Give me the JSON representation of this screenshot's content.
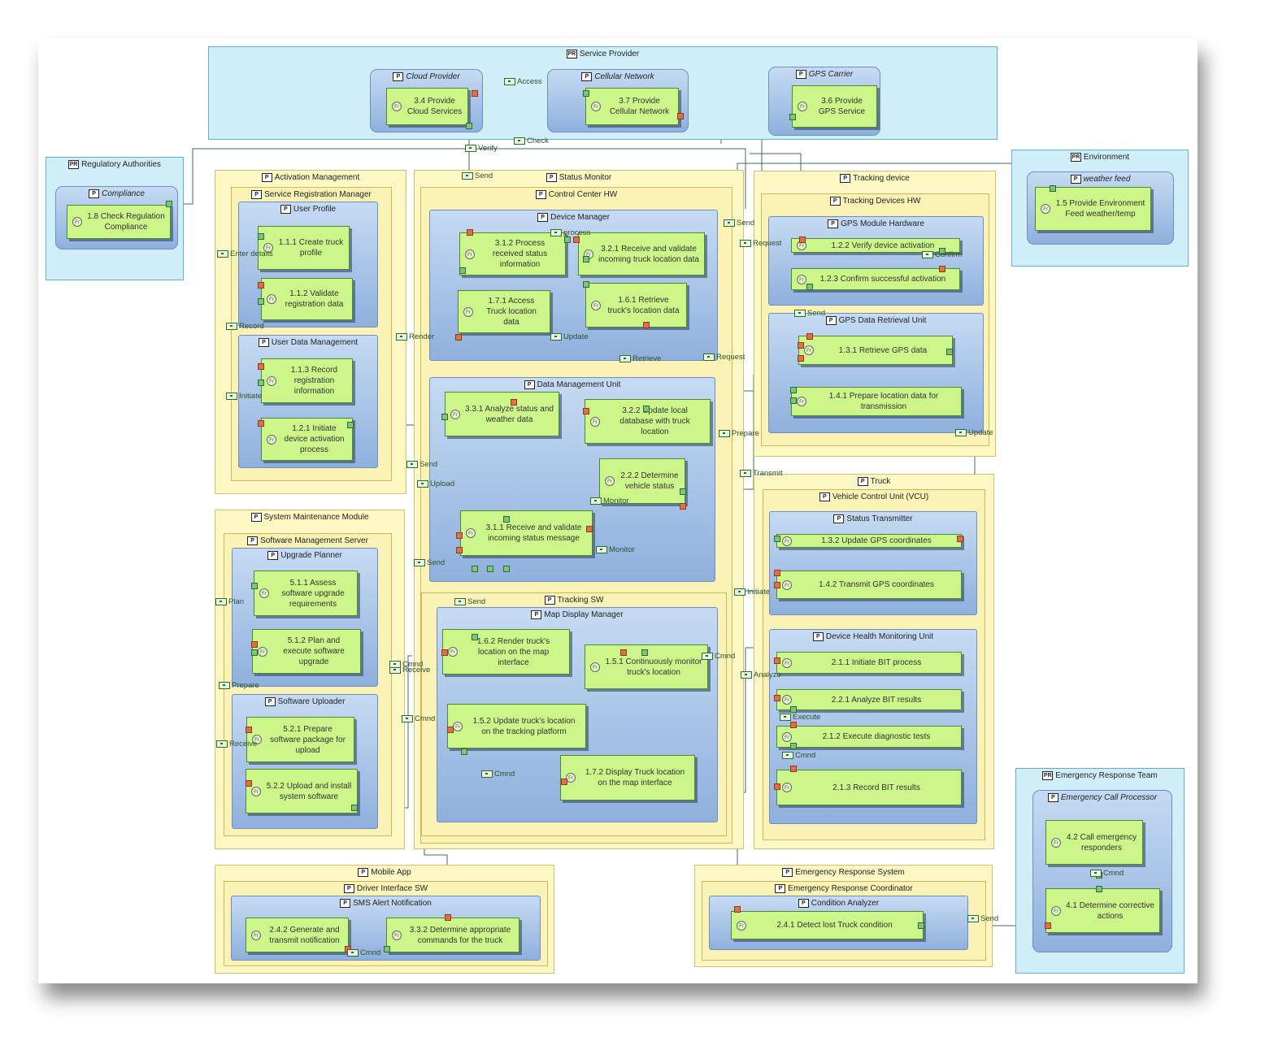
{
  "sp": {
    "title": "Service Provider",
    "cloud": "Cloud Provider",
    "cloud_fn": "3.4 Provide Cloud Services",
    "cell": "Cellular Network",
    "cell_fn": "3.7 Provide Cellular Network",
    "gpsc": "GPS Carrier",
    "gpsc_fn": "3.6 Provide GPS Service"
  },
  "reg": {
    "title": "Regulatory Authorities",
    "comp": "Compliance",
    "fn": "1.8 Check Regulation Compliance"
  },
  "env": {
    "title": "Environment",
    "feed": "weather feed",
    "fn": "1.5 Provide Environment Feed weather/temp"
  },
  "am": {
    "title": "Activation Management",
    "srm": "Service Registration Manager",
    "up": "User Profile",
    "f111": "1.1.1 Create truck profile",
    "f112": "1.1.2 Validate registration data",
    "udm": "User Data Management",
    "f113": "1.1.3 Record registration information",
    "f121": "1.2.1 Initiate device activation process"
  },
  "sm": {
    "title": "Status Monitor",
    "chw": "Control Center HW",
    "dm": "Device Manager",
    "f312": "3.1.2 Process received status information",
    "f321": "3.2.1 Receive and validate incoming truck location data",
    "f171": "1.7.1 Access Truck location data",
    "f161": "1.6.1 Retrieve truck's location data",
    "dmu": "Data Management Unit",
    "f331": "3.3.1 Analyze status and weather data",
    "f322": "3.2.2 Update local database with truck location",
    "f222": "2.2.2 Determine vehicle status",
    "f311": "3.1.1 Receive and validate incoming status message",
    "tsw": "Tracking SW",
    "mdm": "Map Display Manager",
    "f162": "1.6.2 Render truck's location on the map interface",
    "f151": "1.5.1 Continuously monitor truck's location",
    "f152": "1.5.2 Update truck's location on the tracking platform",
    "f172": "1.7.2 Display Truck location on the map interface"
  },
  "td": {
    "title": "Tracking device",
    "hw": "Tracking Devices HW",
    "gmh": "GPS Module Hardware",
    "f122": "1.2.2 Verify device activation",
    "f123": "1.2.3 Confirm successful activation",
    "gdr": "GPS Data Retrieval Unit",
    "f131": "1.3.1 Retrieve GPS data",
    "f141": "1.4.1 Prepare location data for transmission"
  },
  "smm": {
    "title": "System Maintenance Module",
    "sms": "Software Management Server",
    "upl": "Upgrade Planner",
    "f511": "5.1.1 Assess software upgrade requirements",
    "f512": "5.1.2 Plan and execute software upgrade",
    "su": "Software Uploader",
    "f521": "5.2.1 Prepare software package for upload",
    "f522": "5.2.2 Upload and install system software"
  },
  "truck": {
    "title": "Truck",
    "vcu": "Vehicle Control Unit (VCU)",
    "st": "Status Transmitter",
    "f132": "1.3.2 Update GPS coordinates",
    "f142": "1.4.2 Transmit GPS coordinates",
    "dhm": "Device Health Monitoring Unit",
    "f211": "2.1.1 Initiate BIT process",
    "f221": "2.2.1 Analyze BIT results",
    "f212": "2.1.2 Execute diagnostic tests",
    "f213": "2.1.3 Record BIT results"
  },
  "ma": {
    "title": "Mobile App",
    "dis": "Driver Interface SW",
    "sms": "SMS Alert Notification",
    "f242": "2.4.2 Generate and transmit notification",
    "f332": "3.3.2 Determine appropriate commands for the truck"
  },
  "ers": {
    "title": "Emergency Response System",
    "erc": "Emergency Response Coordinator",
    "ca": "Condition Analyzer",
    "f241": "2.4.1 Detect lost Truck condition"
  },
  "ert": {
    "title": "Emergency Response Team",
    "ecp": "Emergency Call Processor",
    "f42": "4.2 Call emergency responders",
    "f41": "4.1 Determine corrective actions"
  },
  "labels": {
    "access": "Access",
    "verify": "Verify",
    "check": "Check",
    "send": "Send",
    "enter": "Enter details",
    "record": "Record",
    "initiate": "Initiate",
    "render": "Render",
    "process": "process",
    "update": "Update",
    "retrieve": "Retrieve",
    "request": "Request",
    "confirm": "Confirm",
    "prepare": "Prepare",
    "transmit": "Transmit",
    "upload": "Upload",
    "monitor": "Monitor",
    "plan": "Plan",
    "receive": "Receive",
    "cmnd": "Cmnd",
    "analyze": "Analyze",
    "execute": "Execute",
    "initiate2": "Initiate"
  },
  "stereo": {
    "pr": "PR",
    "p": "P",
    "f": "Fr"
  }
}
